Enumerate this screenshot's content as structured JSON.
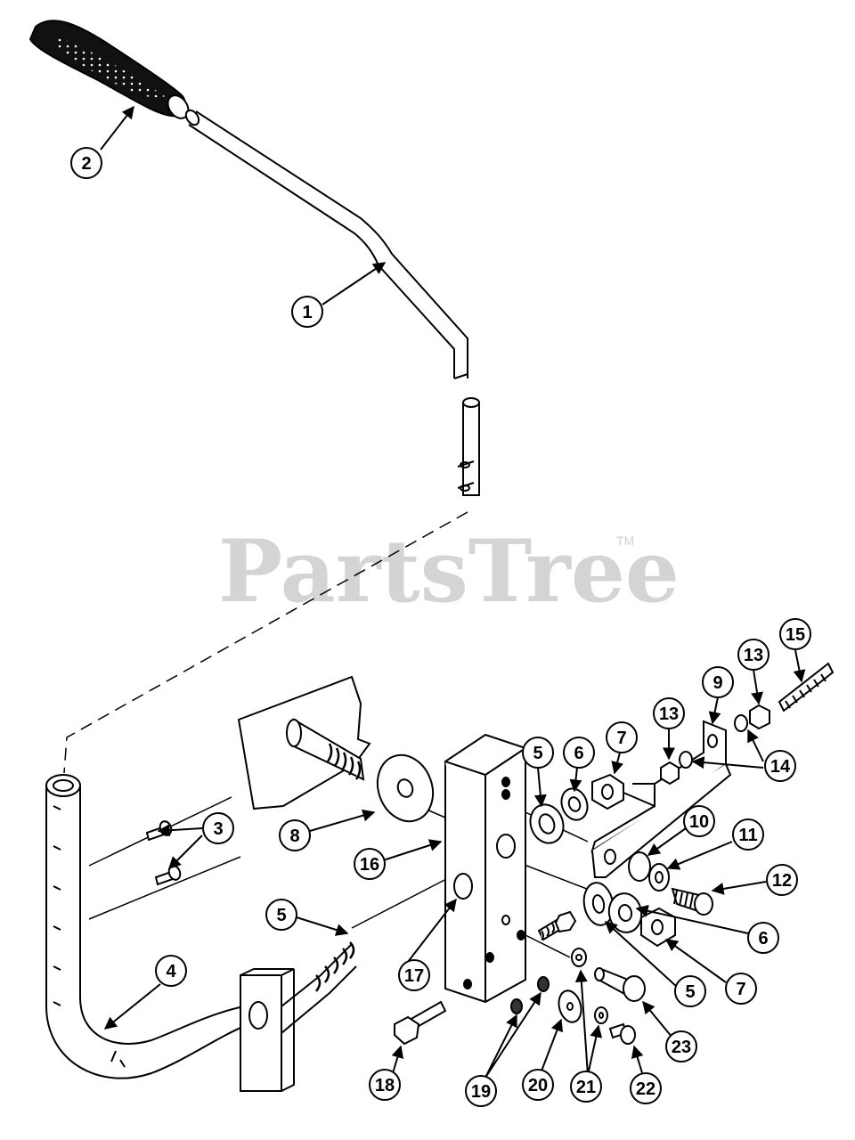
{
  "watermark": {
    "text": "PartsTree",
    "trademark": "TM"
  },
  "callouts": [
    "1",
    "2",
    "3",
    "4",
    "5",
    "5",
    "5",
    "6",
    "6",
    "7",
    "7",
    "8",
    "9",
    "10",
    "11",
    "12",
    "13",
    "13",
    "14",
    "15",
    "16",
    "17",
    "18",
    "19",
    "20",
    "21",
    "22",
    "23"
  ]
}
